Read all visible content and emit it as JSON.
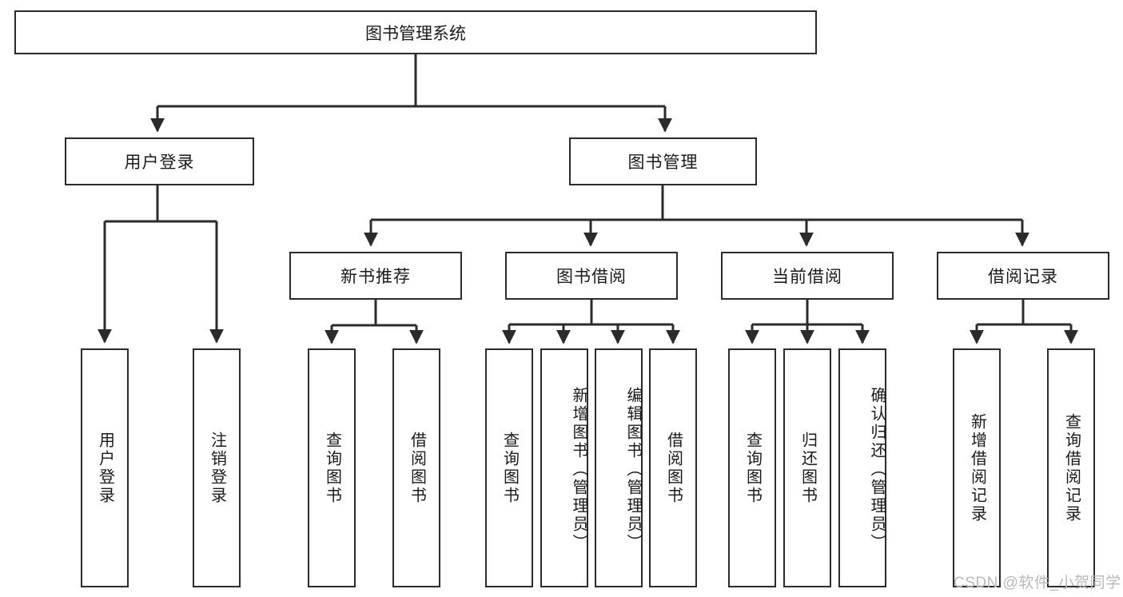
{
  "diagram": {
    "type": "tree-structure-chart",
    "title": "图书管理系统",
    "watermark": "CSDN @软件_小贺同学",
    "colors": {
      "box_border": "#2b2b2b",
      "box_fill": "#ffffff",
      "edge": "#2b2b2b",
      "text": "#1a1a1a",
      "watermark": "#b9b9b9"
    },
    "nodes": {
      "root": "图书管理系统",
      "level2": {
        "user_login": "用户登录",
        "book_manage": "图书管理"
      },
      "level3": {
        "new_book_recommend": "新书推荐",
        "book_borrow": "图书借阅",
        "current_borrow": "当前借阅",
        "borrow_record": "借阅记录"
      },
      "leaves": {
        "user_login_1": "用户登录",
        "user_login_2": "注销登录",
        "recommend_1": "查询图书",
        "recommend_2": "借阅图书",
        "borrow_1": "查询图书",
        "borrow_2": "新增图书（管理员）",
        "borrow_3": "编辑图书（管理员）",
        "borrow_4": "借阅图书",
        "current_1": "查询图书",
        "current_2": "归还图书",
        "current_3": "确认归还（管理员）",
        "record_1": "新增借阅记录",
        "record_2": "查询借阅记录"
      }
    }
  }
}
